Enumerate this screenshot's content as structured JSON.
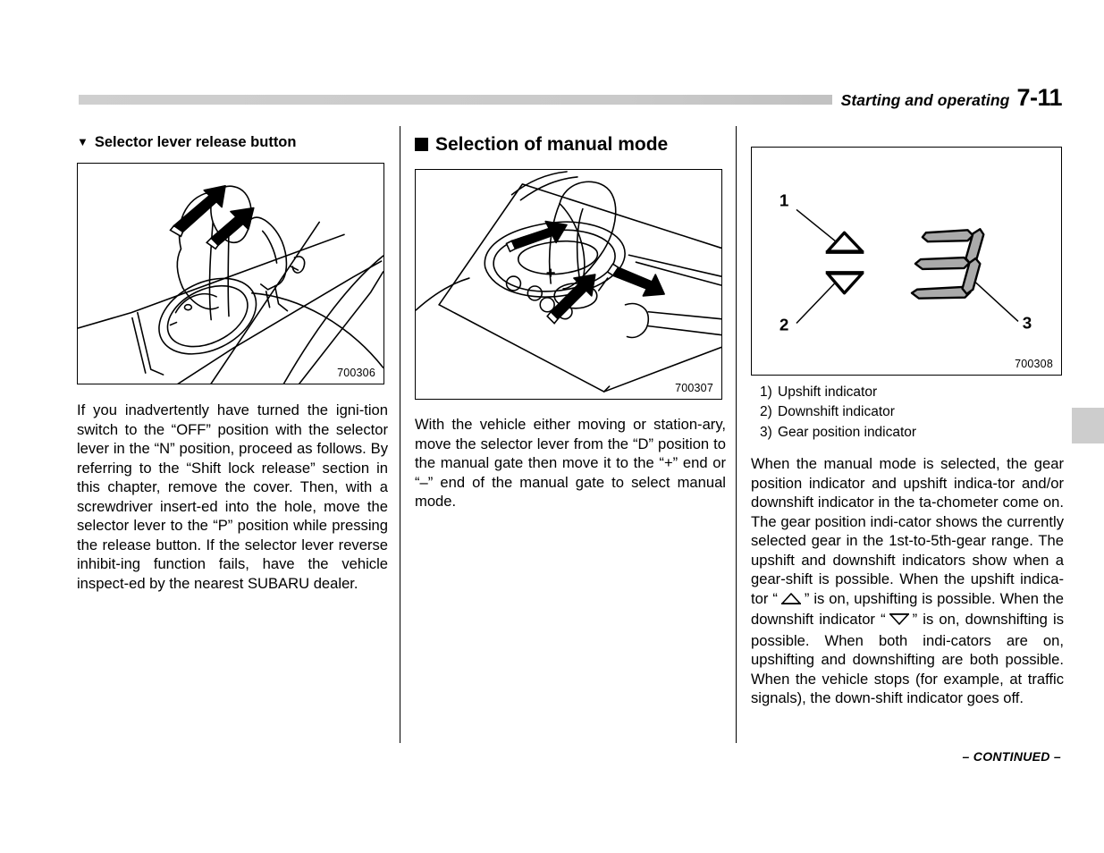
{
  "header": {
    "section_title": "Starting and operating",
    "page_number": "7-11"
  },
  "columns": {
    "left": {
      "heading_marker": "▼",
      "heading": "Selector lever release button",
      "figure": {
        "id": "700306",
        "caption_name": "selector-lever-release-button-illustration"
      },
      "body": "If you inadvertently have turned the igni-tion switch to the “OFF” position with the selector lever in the “N” position, proceed as follows. By referring to the “Shift lock release” section in this chapter, remove the cover. Then, with a screwdriver insert-ed into the hole, move the selector lever to the “P” position while pressing the release button. If the selector lever reverse inhibit-ing function fails, have the vehicle inspect-ed by the nearest SUBARU dealer."
    },
    "middle": {
      "heading": "Selection of manual mode",
      "figure": {
        "id": "700307",
        "caption_name": "manual-gate-selector-illustration"
      },
      "body": "With the vehicle either moving or station-ary, move the selector lever from the “D” position to the manual gate then move it to the “+” end or “–” end of the manual gate to select manual mode."
    },
    "right": {
      "figure": {
        "id": "700308",
        "caption_name": "shift-indicator-illustration",
        "callouts": [
          "1",
          "2",
          "3"
        ]
      },
      "legend": [
        {
          "num": "1)",
          "label": "Upshift indicator"
        },
        {
          "num": "2)",
          "label": "Downshift indicator"
        },
        {
          "num": "3)",
          "label": "Gear position indicator"
        }
      ],
      "body_part1": "When the manual mode is selected, the gear position indicator and upshift indica-tor and/or downshift indicator in the ta-chometer come on. The gear position indi-cator shows the currently selected gear in the 1st-to-5th-gear range. The upshift and downshift indicators show when a gear-shift is possible. When the upshift indica-tor “",
      "body_part2": "” is on, upshifting is possible. When the downshift indicator “",
      "body_part3": "” is on, downshifting is possible. When both indi-cators are on, upshifting and downshifting are both possible. When the vehicle stops (for example, at traffic signals), the down-shift indicator goes off."
    }
  },
  "footer": {
    "continued": "– CONTINUED –"
  },
  "colors": {
    "header_bar": "#cacaca",
    "thumb_tab": "#cdcdcd",
    "segment_fill": "#aaaaaa",
    "ink": "#000000"
  }
}
